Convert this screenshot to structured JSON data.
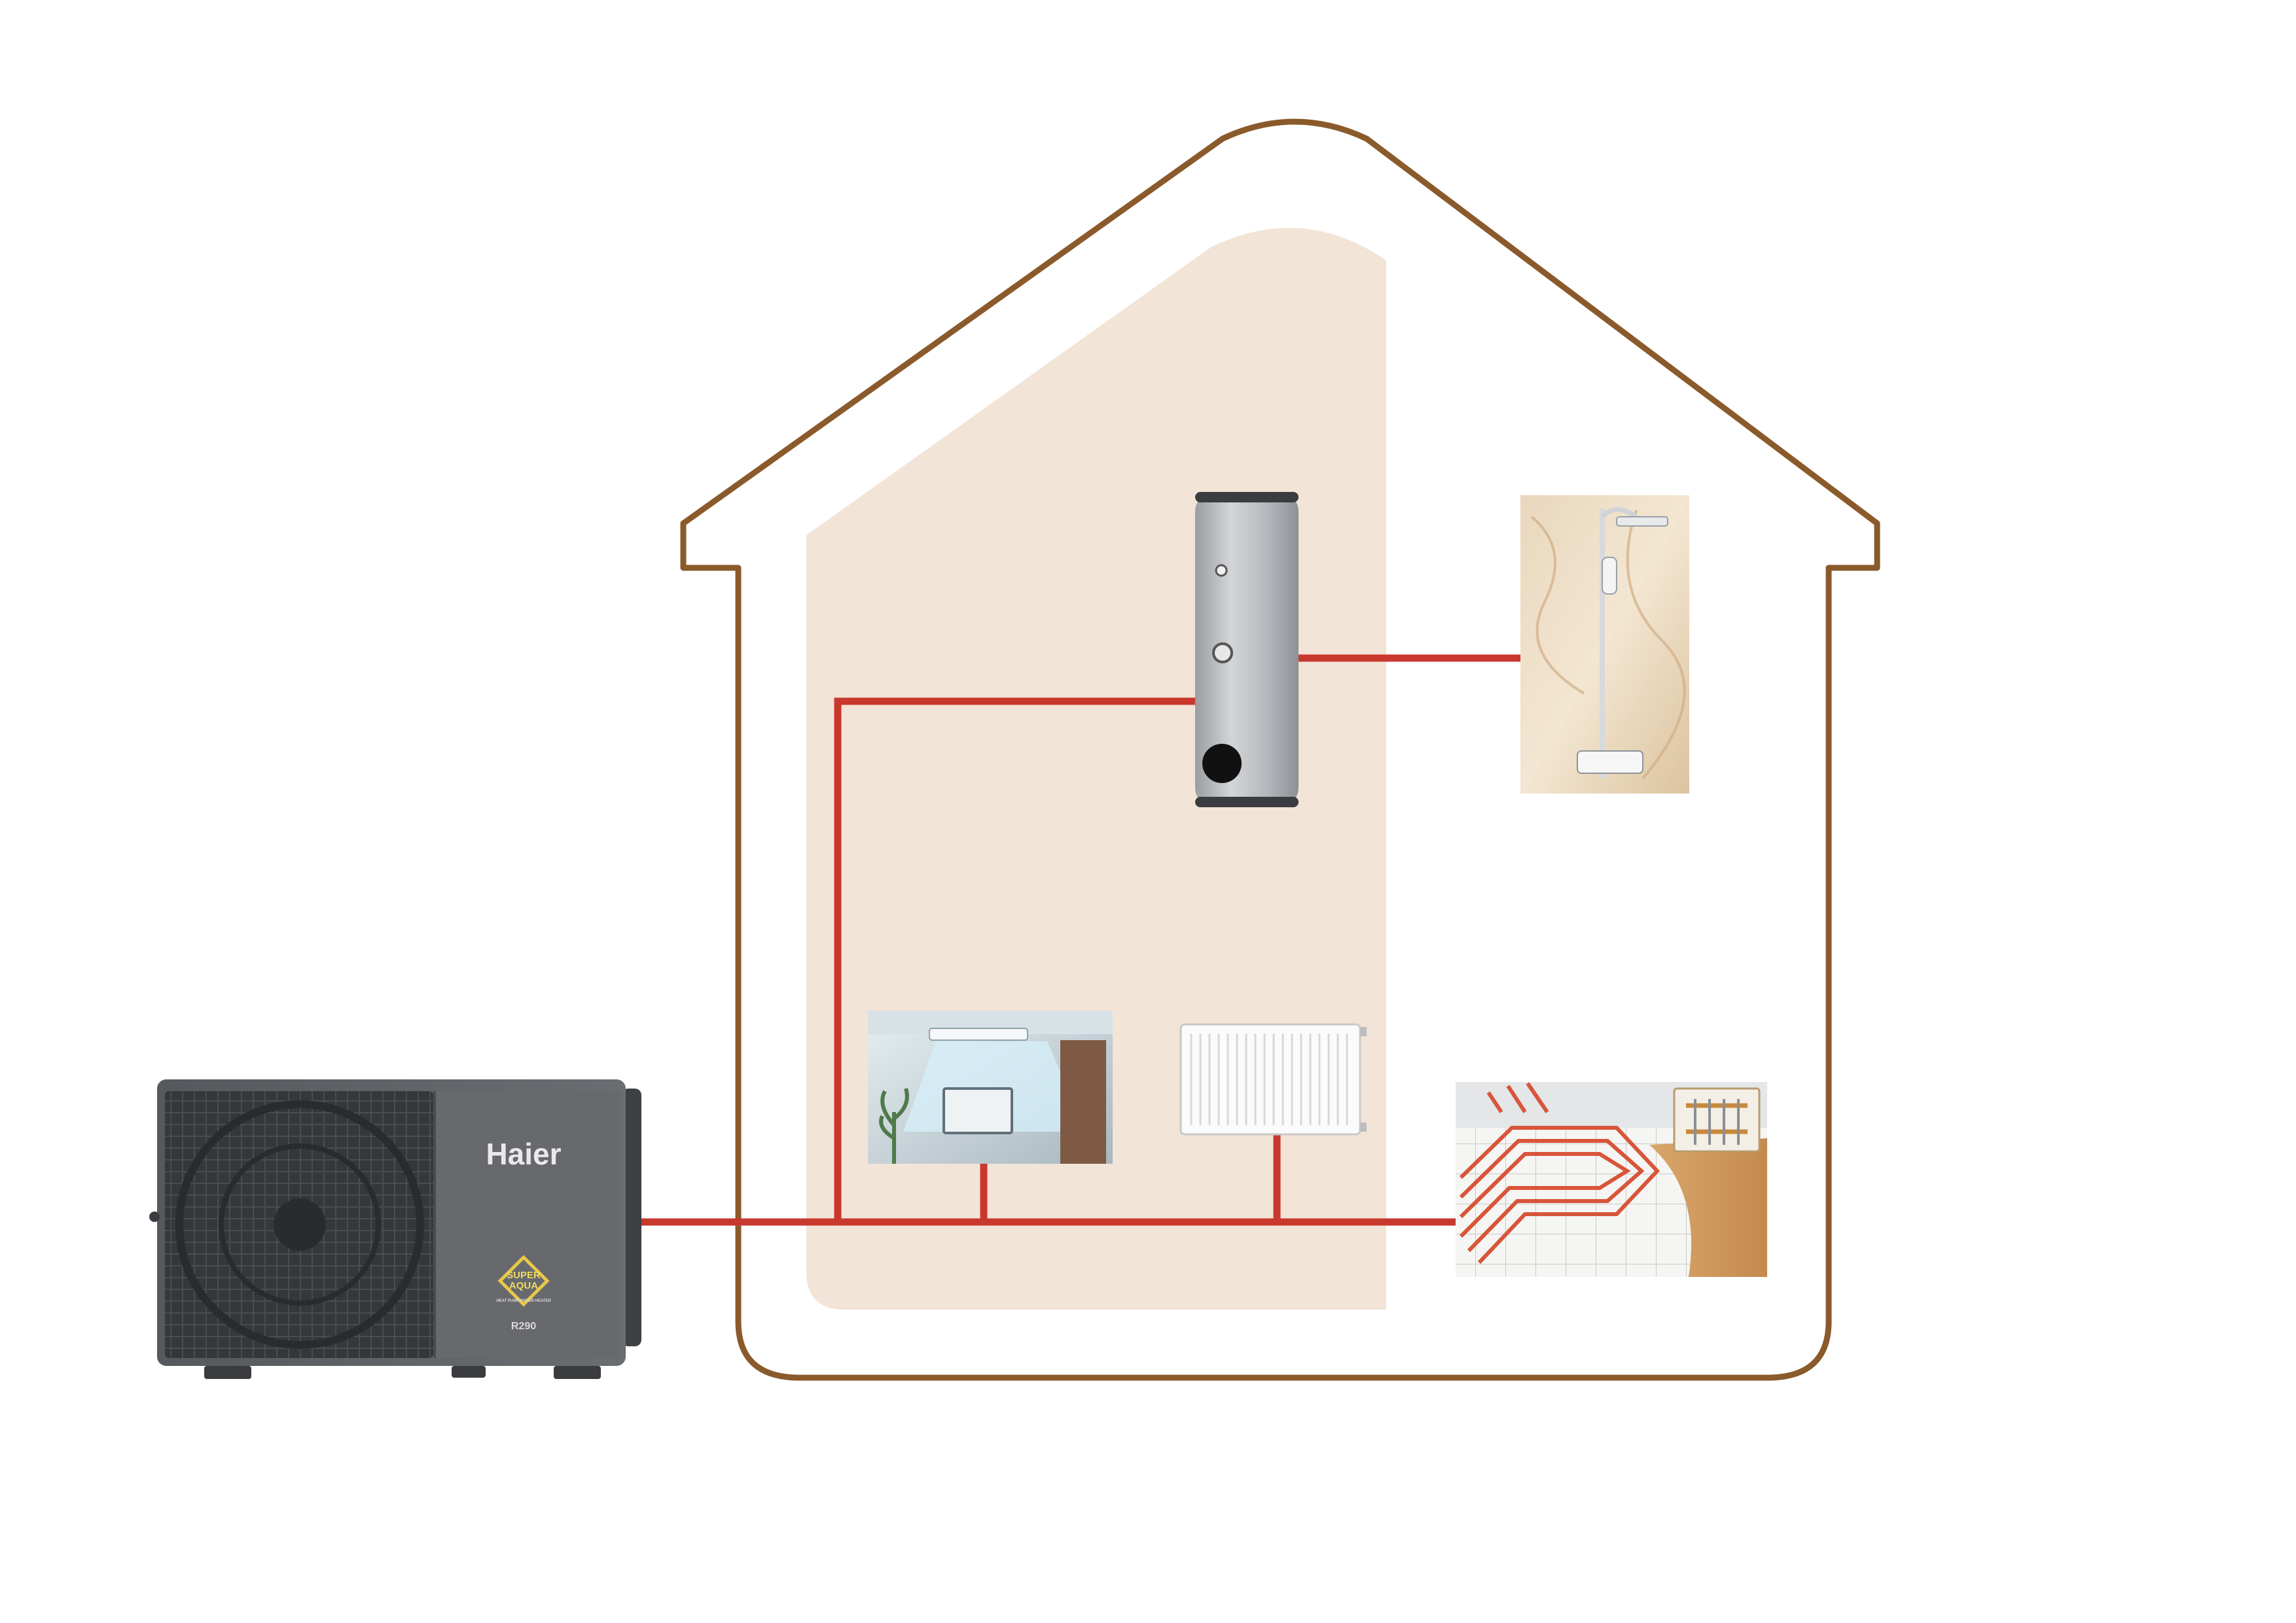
{
  "diagram": {
    "colors": {
      "house_outline": "#8a5a2b",
      "zone_fill": "#f2e4d6",
      "pipe": "#c9382d",
      "unit_body": "#5f6266",
      "unit_dark": "#3c3e42",
      "tank": "#b9bcc0",
      "badge": "#e8c84a"
    },
    "outdoor_unit": {
      "brand": "Haier",
      "badge_line1": "SUPER",
      "badge_line2": "AQUA",
      "badge_sub": "HEAT PUMP WATER HEATER",
      "refrigerant": "R290",
      "icon": "heat-pump-unit"
    },
    "components": [
      {
        "id": "hot-water-tank",
        "icon": "water-tank-icon"
      },
      {
        "id": "shower",
        "icon": "shower-icon"
      },
      {
        "id": "fan-coil",
        "icon": "air-conditioner-icon"
      },
      {
        "id": "radiator",
        "icon": "radiator-icon"
      },
      {
        "id": "underfloor-heating",
        "icon": "underfloor-heating-icon"
      }
    ]
  }
}
